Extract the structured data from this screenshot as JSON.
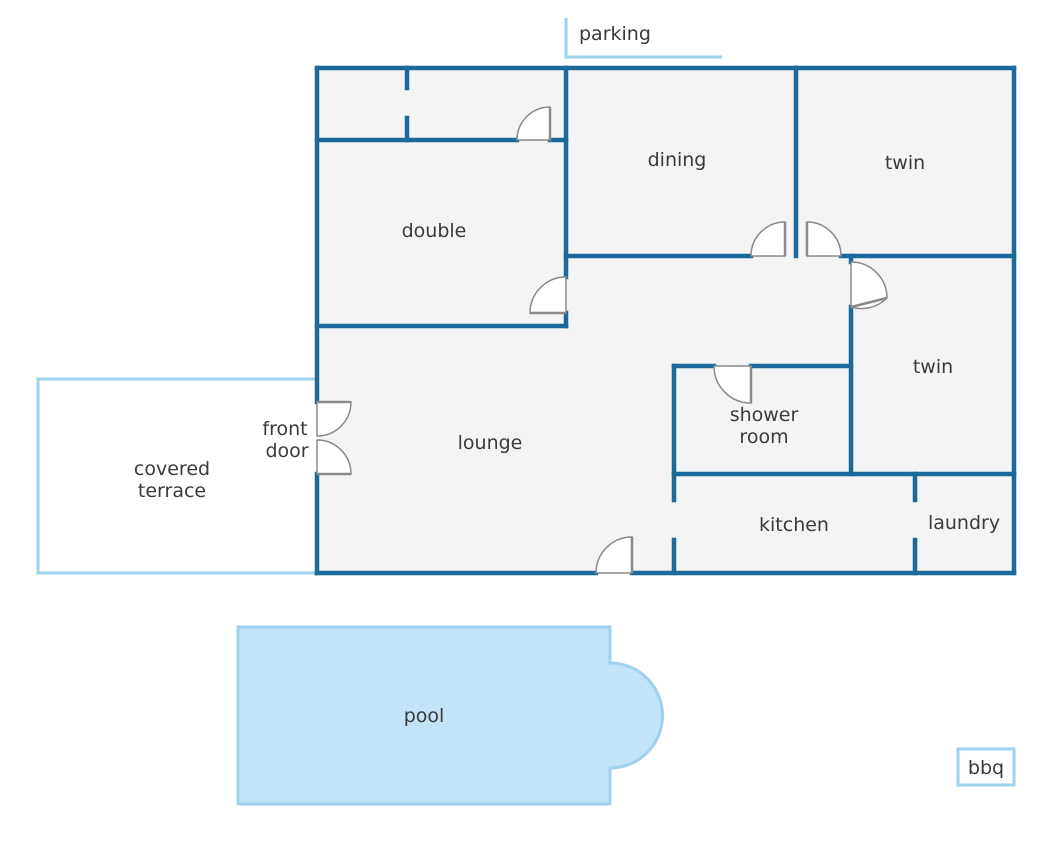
{
  "colors": {
    "wall": "#1c6a9b",
    "floor": "#f4f4f4",
    "outdoor_outline": "#9fd1ec",
    "pool_fill": "#c5e3f7",
    "door": "#8a8a8a",
    "text": "#3a3a3a"
  },
  "labels": {
    "parking": "parking",
    "dining": "dining",
    "twin_top": "twin",
    "double": "double",
    "twin_right": "twin",
    "front_door_line1": "front",
    "front_door_line2": "door",
    "lounge": "lounge",
    "shower_line1": "shower",
    "shower_line2": "room",
    "covered_line1": "covered",
    "covered_line2": "terrace",
    "kitchen": "kitchen",
    "laundry": "laundry",
    "pool": "pool",
    "bbq": "bbq"
  }
}
